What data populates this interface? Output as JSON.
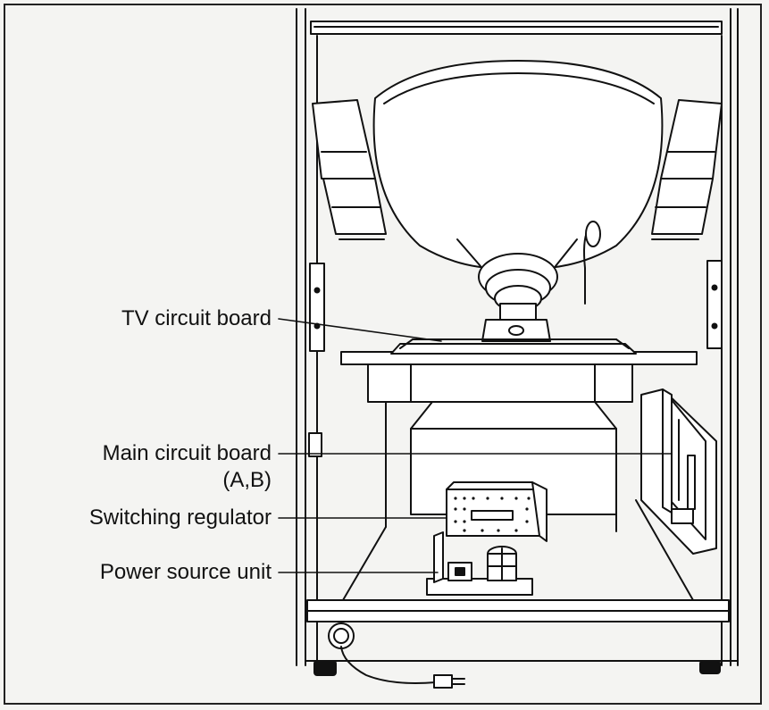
{
  "labels": {
    "tv_circuit_board": "TV circuit board",
    "main_circuit_board": "Main circuit board",
    "main_circuit_board_sub": "(A,B)",
    "switching_regulator": "Switching regulator",
    "power_source_unit": "Power source unit"
  },
  "colors": {
    "line": "#111111",
    "paper": "#f4f4f2",
    "panel": "#ffffff",
    "shade": "#d8d8d8"
  }
}
